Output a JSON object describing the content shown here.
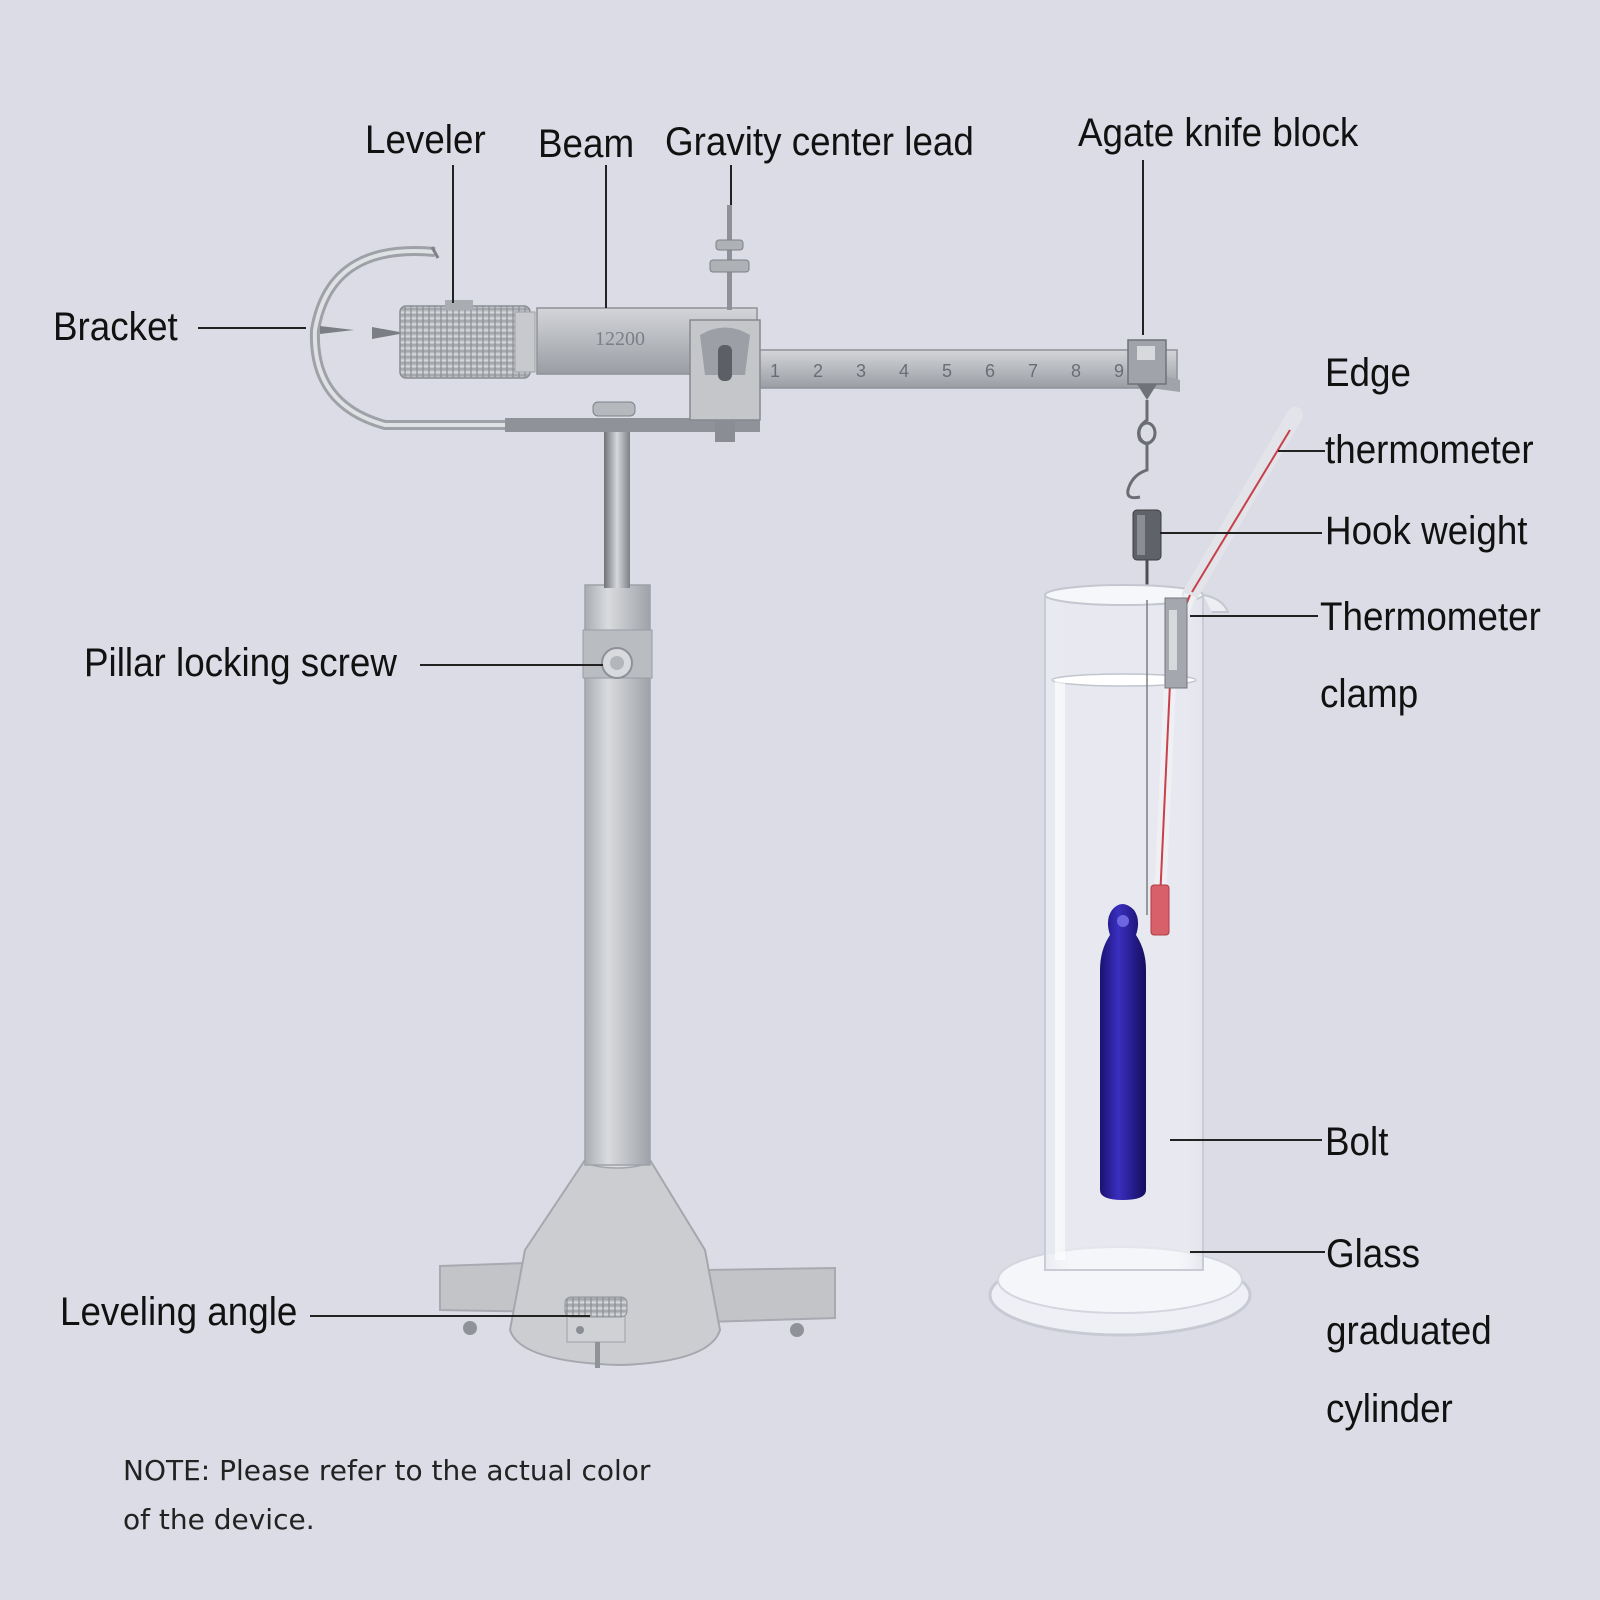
{
  "labels": {
    "leveler": "Leveler",
    "beam": "Beam",
    "gravity_center_lead": "Gravity center lead",
    "agate_knife_block": "Agate knife block",
    "bracket": "Bracket",
    "edge": "Edge",
    "thermometer": "thermometer",
    "hook_weight": "Hook weight",
    "thermometer_clamp_1": "Thermometer",
    "thermometer_clamp_2": "clamp",
    "pillar_locking_screw": "Pillar locking screw",
    "bolt": "Bolt",
    "glass_1": "Glass",
    "glass_2": "graduated",
    "glass_3": "cylinder",
    "leveling_angle": "Leveling angle"
  },
  "note": "NOTE: Please refer to the actual color of the device.",
  "beam_engraving": "12200",
  "beam_scale": [
    "1",
    "2",
    "3",
    "4",
    "5",
    "6",
    "7",
    "8",
    "9"
  ],
  "colors": {
    "background": "#dcdce6",
    "metal": "#b9bcc2",
    "stand_gray": "#c9cbcf",
    "bolt_blue": "#2a1f9e",
    "thermometer_red": "#c8404a"
  }
}
